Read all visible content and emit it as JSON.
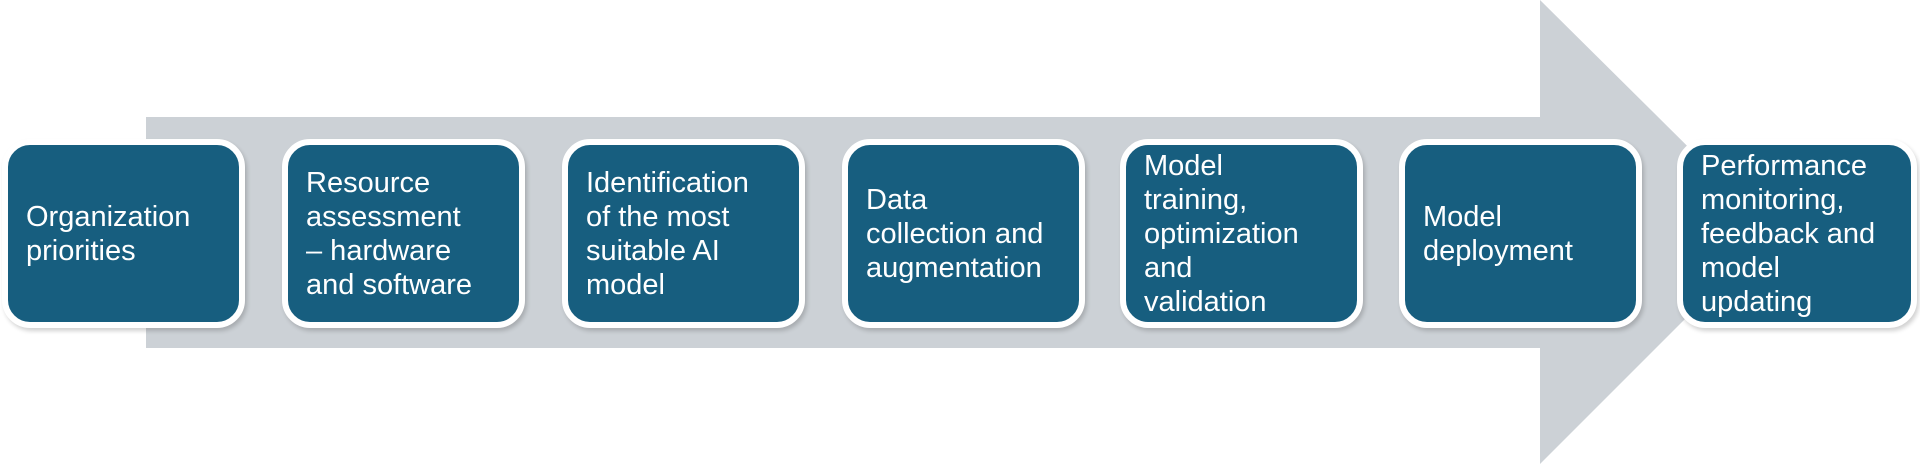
{
  "diagram": {
    "arrow_color": "#ccd1d6",
    "box_color": "#175e7f",
    "text_color": "#ffffff",
    "steps": [
      {
        "label": "Organization\npriorities"
      },
      {
        "label": "Resource\nassessment\n– hardware\nand software"
      },
      {
        "label": "Identification\nof the most\nsuitable AI\nmodel"
      },
      {
        "label": "Data\ncollection and\naugmentation"
      },
      {
        "label": "Model\ntraining,\noptimization\nand\nvalidation"
      },
      {
        "label": "Model\ndeployment"
      },
      {
        "label": "Performance\nmonitoring,\nfeedback and\nmodel\nupdating"
      }
    ]
  }
}
